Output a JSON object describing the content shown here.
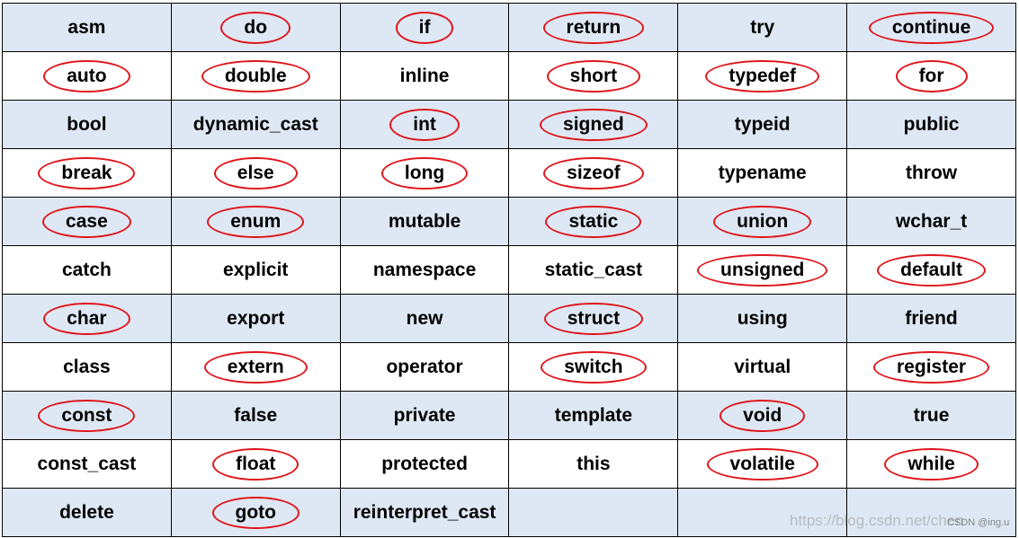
{
  "keywords": [
    [
      {
        "text": "asm",
        "circled": false
      },
      {
        "text": "do",
        "circled": true
      },
      {
        "text": "if",
        "circled": true
      },
      {
        "text": "return",
        "circled": true
      },
      {
        "text": "try",
        "circled": false
      },
      {
        "text": "continue",
        "circled": true
      }
    ],
    [
      {
        "text": "auto",
        "circled": true
      },
      {
        "text": "double",
        "circled": true
      },
      {
        "text": "inline",
        "circled": false
      },
      {
        "text": "short",
        "circled": true
      },
      {
        "text": "typedef",
        "circled": true
      },
      {
        "text": "for",
        "circled": true
      }
    ],
    [
      {
        "text": "bool",
        "circled": false
      },
      {
        "text": "dynamic_cast",
        "circled": false
      },
      {
        "text": "int",
        "circled": true
      },
      {
        "text": "signed",
        "circled": true
      },
      {
        "text": "typeid",
        "circled": false
      },
      {
        "text": "public",
        "circled": false
      }
    ],
    [
      {
        "text": "break",
        "circled": true
      },
      {
        "text": "else",
        "circled": true
      },
      {
        "text": "long",
        "circled": true
      },
      {
        "text": "sizeof",
        "circled": true
      },
      {
        "text": "typename",
        "circled": false
      },
      {
        "text": "throw",
        "circled": false
      }
    ],
    [
      {
        "text": "case",
        "circled": true
      },
      {
        "text": "enum",
        "circled": true
      },
      {
        "text": "mutable",
        "circled": false
      },
      {
        "text": "static",
        "circled": true
      },
      {
        "text": "union",
        "circled": true
      },
      {
        "text": "wchar_t",
        "circled": false
      }
    ],
    [
      {
        "text": "catch",
        "circled": false
      },
      {
        "text": "explicit",
        "circled": false
      },
      {
        "text": "namespace",
        "circled": false
      },
      {
        "text": "static_cast",
        "circled": false
      },
      {
        "text": "unsigned",
        "circled": true
      },
      {
        "text": "default",
        "circled": true
      }
    ],
    [
      {
        "text": "char",
        "circled": true
      },
      {
        "text": "export",
        "circled": false
      },
      {
        "text": "new",
        "circled": false
      },
      {
        "text": "struct",
        "circled": true
      },
      {
        "text": "using",
        "circled": false
      },
      {
        "text": "friend",
        "circled": false
      }
    ],
    [
      {
        "text": "class",
        "circled": false
      },
      {
        "text": "extern",
        "circled": true
      },
      {
        "text": "operator",
        "circled": false
      },
      {
        "text": "switch",
        "circled": true
      },
      {
        "text": "virtual",
        "circled": false
      },
      {
        "text": "register",
        "circled": true
      }
    ],
    [
      {
        "text": "const",
        "circled": true
      },
      {
        "text": "false",
        "circled": false
      },
      {
        "text": "private",
        "circled": false
      },
      {
        "text": "template",
        "circled": false
      },
      {
        "text": "void",
        "circled": true
      },
      {
        "text": "true",
        "circled": false
      }
    ],
    [
      {
        "text": "const_cast",
        "circled": false
      },
      {
        "text": "float",
        "circled": true
      },
      {
        "text": "protected",
        "circled": false
      },
      {
        "text": "this",
        "circled": false
      },
      {
        "text": "volatile",
        "circled": true
      },
      {
        "text": "while",
        "circled": true
      }
    ],
    [
      {
        "text": "delete",
        "circled": false
      },
      {
        "text": "goto",
        "circled": true
      },
      {
        "text": "reinterpret_cast",
        "circled": false
      },
      {
        "text": "",
        "circled": false
      },
      {
        "text": "",
        "circled": false
      },
      {
        "text": "",
        "circled": false
      }
    ]
  ],
  "colors": {
    "shaded_row": "#dde8f4",
    "plain_row": "#ffffff",
    "circle": "#e0141b",
    "grid": "#000000"
  },
  "watermark": {
    "url": "https://blog.csdn.net/chen",
    "tag": "CSDN @ing.u"
  }
}
